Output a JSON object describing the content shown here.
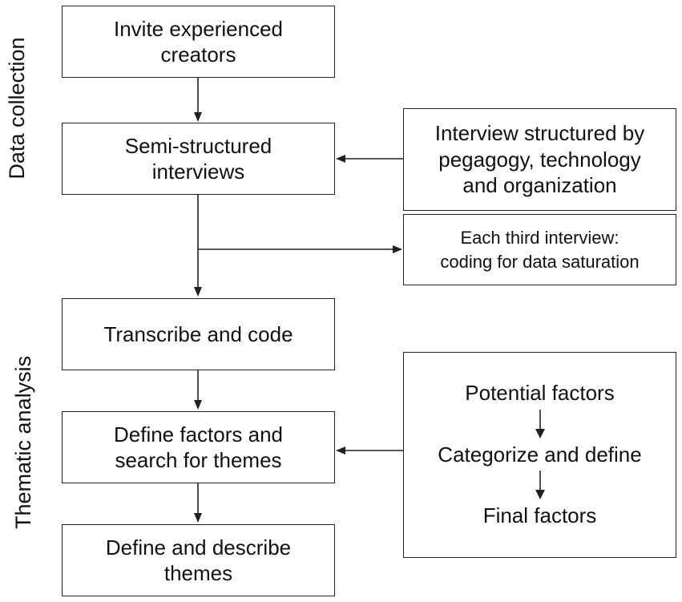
{
  "sections": {
    "data_collection": "Data collection",
    "thematic_analysis": "Thematic analysis"
  },
  "boxes": {
    "invite": [
      "Invite experienced",
      "creators"
    ],
    "semi_structured": [
      "Semi-structured",
      "interviews"
    ],
    "transcribe": [
      "Transcribe and code"
    ],
    "define_factors": [
      "Define factors and",
      "search for themes"
    ],
    "define_describe": [
      "Define and describe",
      "themes"
    ],
    "interview_structured": [
      "Interview structured by",
      "pegagogy, technology",
      "and organization"
    ],
    "third_interview": [
      "Each third interview:",
      "coding for data saturation"
    ],
    "factors_process": {
      "potential": "Potential factors",
      "categorize": "Categorize and define",
      "final": "Final factors"
    }
  },
  "colors": {
    "line": "#222222",
    "background": "#ffffff"
  }
}
